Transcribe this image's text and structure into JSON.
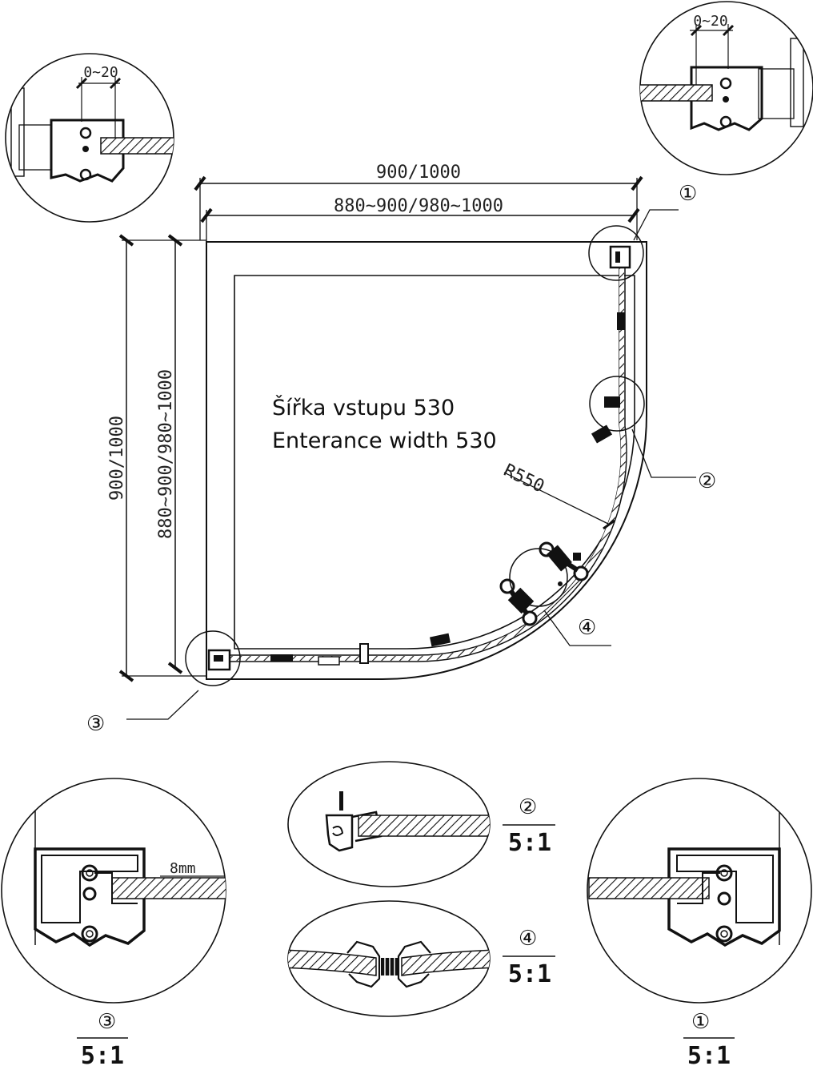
{
  "dimensions": {
    "outer_width": "900/1000",
    "inner_width": "880~900/980~1000",
    "outer_height": "900/1000",
    "inner_height": "880~900/980~1000",
    "radius": "R550",
    "adjust_range": "0~20",
    "glass_thickness": "8mm"
  },
  "notes": {
    "line1": "Šířka vstupu 530",
    "line2": "Enterance width 530"
  },
  "callouts": {
    "c1": "①",
    "c2": "②",
    "c3": "③",
    "c4": "④"
  },
  "details": [
    {
      "mark": "③",
      "scale": "5:1"
    },
    {
      "mark": "②",
      "scale": "5:1"
    },
    {
      "mark": "④",
      "scale": "5:1"
    },
    {
      "mark": "①",
      "scale": "5:1"
    }
  ]
}
